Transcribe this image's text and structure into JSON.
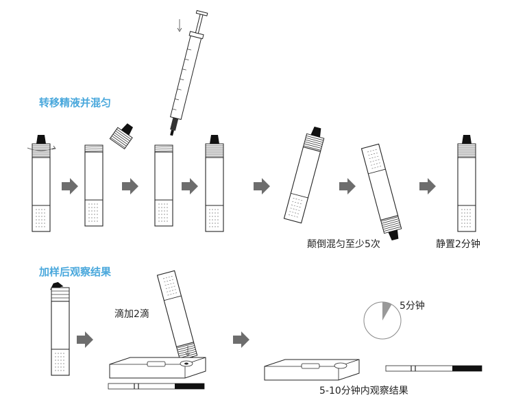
{
  "sections": {
    "transfer": "转移精液并混匀",
    "observe": "加样后观察结果"
  },
  "captions": {
    "invert": "颠倒混匀至少5次",
    "rest": "静置2分钟",
    "drops": "滴加2滴",
    "wait": "5分钟",
    "result": "5-10分钟内观察结果"
  },
  "timer": {
    "minutes": 5,
    "fraction": 0.083
  },
  "colors": {
    "accent": "#4aa8dc",
    "arrow": "#6d6d6d",
    "ink": "#222222"
  }
}
